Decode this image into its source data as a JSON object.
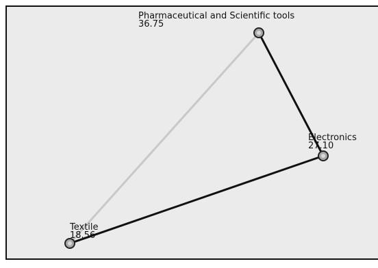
{
  "chart_data": {
    "type": "line",
    "title": "",
    "xlabel": "",
    "ylabel": "",
    "grid": false,
    "legend": "none",
    "points": [
      {
        "label": "Textile",
        "value": 18.56,
        "value_text": "18.56"
      },
      {
        "label": "Electronics",
        "value": 27.1,
        "value_text": "27.10"
      },
      {
        "label": "Pharmaceutical and Scientific tools",
        "value": 36.75,
        "value_text": "36.75"
      }
    ],
    "connections": [
      {
        "from": "Textile",
        "to": "Electronics",
        "color": "#111111"
      },
      {
        "from": "Electronics",
        "to": "Pharmaceutical and Scientific tools",
        "color": "#111111"
      },
      {
        "from": "Textile",
        "to": "Pharmaceutical and Scientific tools",
        "color": "#c8c8c8"
      }
    ],
    "colors": {
      "background": "#ebebeb",
      "frame": "#111111",
      "marker_fill": "#a8a8a8",
      "marker_stroke": "#222222",
      "text": "#111111"
    }
  }
}
